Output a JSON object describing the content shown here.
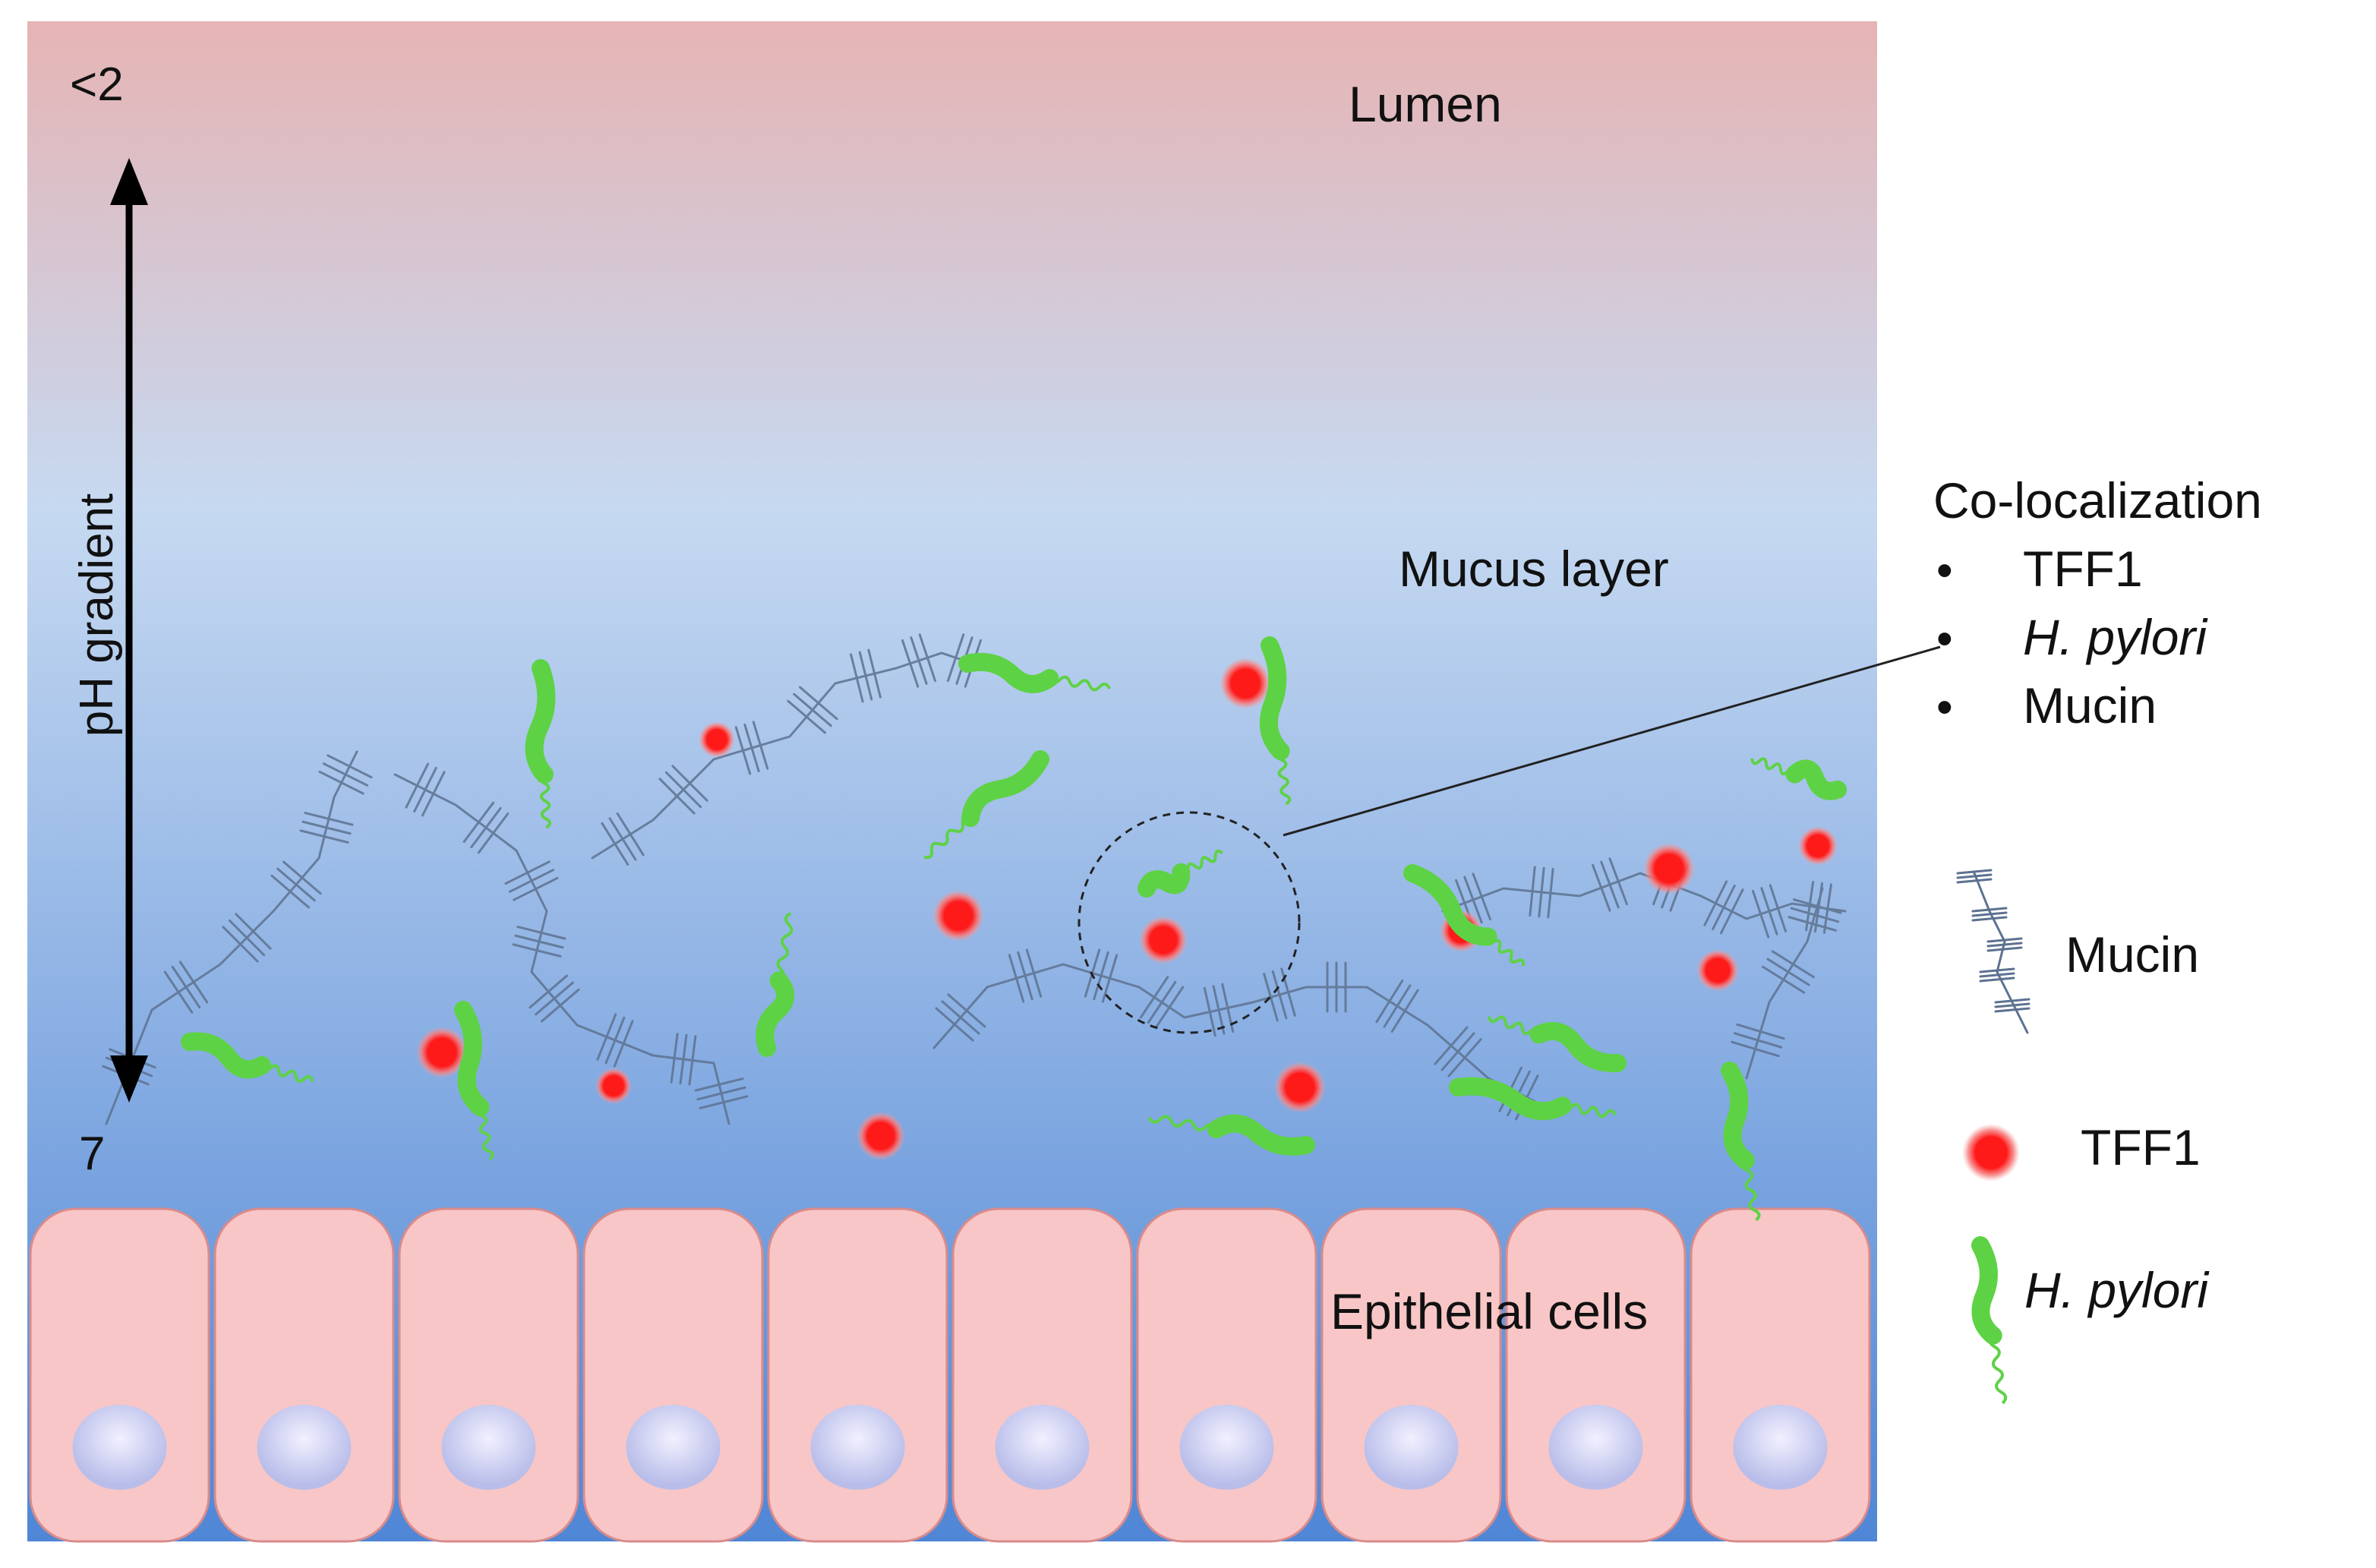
{
  "labels": {
    "lumen": "Lumen",
    "mucus_layer": "Mucus layer",
    "epithelial_cells": "Epithelial cells",
    "ph_axis": "pH gradient",
    "ph_top": "<2",
    "ph_bottom": "7"
  },
  "colocalization": {
    "title": "Co-localization",
    "bullet": "•",
    "items": [
      "TFF1",
      "H. pylori",
      "Mucin"
    ]
  },
  "legend": {
    "mucin": "Mucin",
    "tff1": "TFF1",
    "hpylori": "H. pylori"
  },
  "colors": {
    "lumen_top": "#e6b4b4",
    "mucus_mid": "#c6d9f1",
    "mucus_bottom": "#4f86d6",
    "epithelial_cell": "#f8c6c6",
    "nucleus": "#c3c6ef",
    "bacterium": "#5ed245",
    "tff1": "#ff1a1a",
    "mucin": "#5d7290"
  },
  "counts": {
    "epithelial_cells": 10
  }
}
